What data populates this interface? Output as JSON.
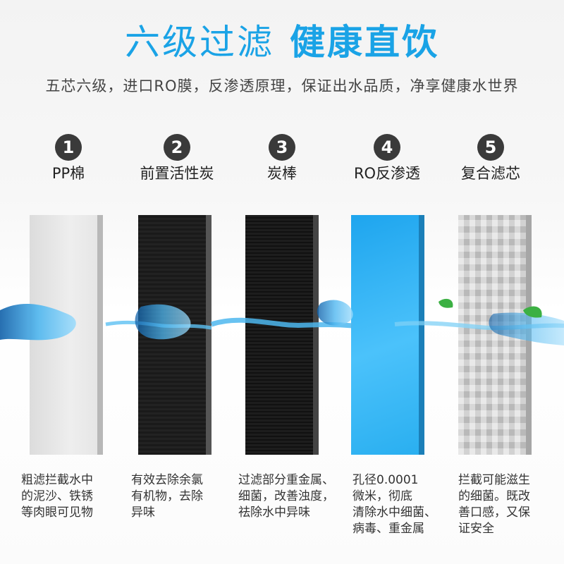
{
  "heading": {
    "light_text": "六级过滤",
    "bold_text": "健康直饮",
    "color": "#1aa3e6"
  },
  "subtitle": "五芯六级，进口RO膜，反渗透原理，保证出水品质，净享健康水世界",
  "stages": [
    {
      "number": "1",
      "name": "PP棉",
      "description": [
        "粗滤拦截水中",
        "的泥沙、铁锈",
        "等肉眼可见物"
      ]
    },
    {
      "number": "2",
      "name": "前置活性炭",
      "description": [
        "有效去除余氯",
        "有机物，去除",
        "异味"
      ]
    },
    {
      "number": "3",
      "name": "炭棒",
      "description": [
        "过滤部分重金属、",
        "细菌，改善浊度，",
        "祛除水中异味"
      ]
    },
    {
      "number": "4",
      "name": "RO反渗透",
      "description": [
        "孔径0.0001",
        "微米，彻底",
        "清除水中细菌、",
        "病毒、重金属"
      ]
    },
    {
      "number": "5",
      "name": "复合滤芯",
      "description": [
        "拦截可能滋生",
        "的细菌。既改",
        "善口感，又保",
        "证安全"
      ]
    }
  ]
}
